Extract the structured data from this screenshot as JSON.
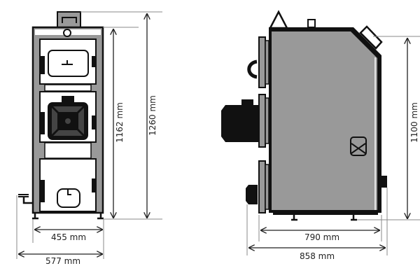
{
  "diagram": {
    "type": "technical-dimension-drawing",
    "subject": "boiler",
    "views": [
      "front",
      "side"
    ],
    "colors": {
      "body_fill": "#999999",
      "outline": "#111111",
      "dark_part": "#2a2a2a",
      "background": "#ffffff",
      "dimension_line": "#222222",
      "extension_line": "#888888"
    },
    "front_view": {
      "dimensions": {
        "height_body": "1162 mm",
        "height_total": "1260 mm",
        "width_body": "455 mm",
        "width_total": "577 mm"
      }
    },
    "side_view": {
      "dimensions": {
        "height": "1100 mm",
        "depth_body": "790 mm",
        "depth_total": "858 mm"
      }
    }
  }
}
